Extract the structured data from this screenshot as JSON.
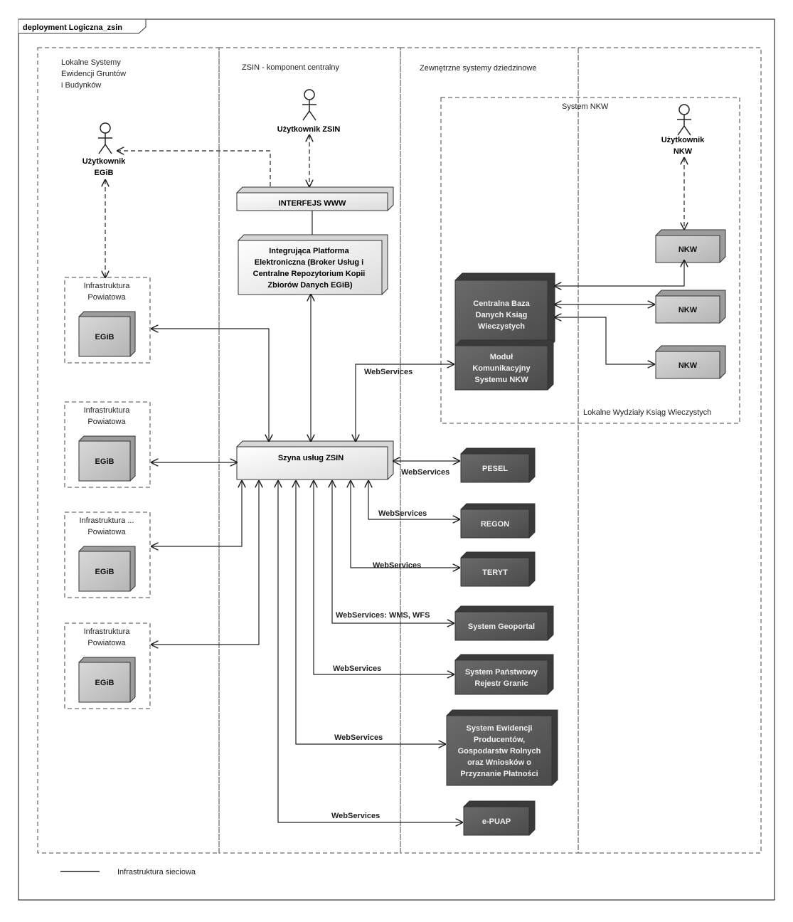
{
  "frame_title": "deployment Logiczna_zsin",
  "lanes": {
    "local": [
      "Lokalne Systemy",
      "Ewidencji Gruntów",
      "i Budynków"
    ],
    "central": "ZSIN - komponent centralny",
    "external": "Zewnętrzne systemy dziedzinowe"
  },
  "nkw_group": {
    "title": "System NKW",
    "local_label": "Lokalne Wydziały Ksiąg Wieczystych"
  },
  "actors": {
    "egib": [
      "Użytkownik",
      "EGiB"
    ],
    "zsin": [
      "Użytkownik ZSIN"
    ],
    "nkw": [
      "Użytkownik",
      "NKW"
    ]
  },
  "central_nodes": {
    "interfejs": "INTERFEJS WWW",
    "platforma": [
      "Integrująca Platforma",
      "Elektroniczna (Broker Usług i",
      "Centralne Repozytorium Kopii",
      "Zbiorów Danych EGiB)"
    ],
    "szyna": "Szyna usług ZSIN"
  },
  "infra": [
    {
      "label": [
        "Infrastruktura",
        "Powiatowa"
      ],
      "node": "EGiB"
    },
    {
      "label": [
        "Infrastruktura",
        "Powiatowa"
      ],
      "node": "EGiB"
    },
    {
      "label": [
        "Infrastruktura ...",
        "Powiatowa"
      ],
      "node": "EGiB"
    },
    {
      "label": [
        "Infrastruktura",
        "Powiatowa"
      ],
      "node": "EGiB"
    }
  ],
  "nkw_nodes": {
    "centralna": [
      "Centralna Baza",
      "Danych Ksiąg",
      "Wieczystych"
    ],
    "modul": [
      "Moduł",
      "Komunikacyjny",
      "Systemu NKW"
    ],
    "nkw": [
      "NKW",
      "NKW",
      "NKW"
    ]
  },
  "external_nodes": [
    {
      "label": [
        "PESEL"
      ],
      "edge": "WebServices"
    },
    {
      "label": [
        "REGON"
      ],
      "edge": "WebServices"
    },
    {
      "label": [
        "TERYT"
      ],
      "edge": "WebServices"
    },
    {
      "label": [
        "System Geoportal"
      ],
      "edge": "WebServices: WMS, WFS"
    },
    {
      "label": [
        "System Państwowy",
        "Rejestr Granic"
      ],
      "edge": "WebServices"
    },
    {
      "label": [
        "System Ewidencji",
        "Producentów,",
        "Gospodarstw Rolnych",
        "oraz Wniosków o",
        "Przyznanie Płatności"
      ],
      "edge": "WebServices"
    },
    {
      "label": [
        "e-PUAP"
      ],
      "edge": "WebServices"
    }
  ],
  "nkw_edge": "WebServices",
  "legend": "Infrastruktura sieciowa",
  "colors": {
    "dark_node": "#5b5b5b",
    "gray_node": "#c8c8c8",
    "light_node": "#f2f2f2",
    "line": "#222222"
  }
}
